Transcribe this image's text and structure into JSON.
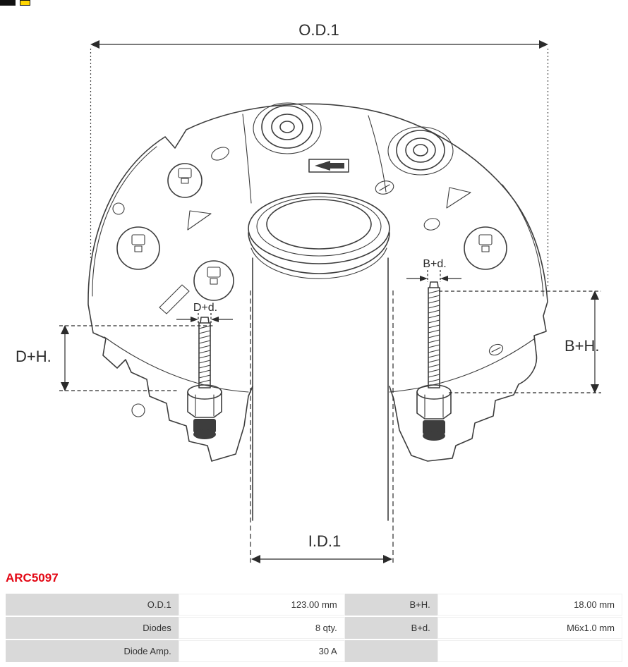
{
  "part_number": "ARC5097",
  "diagram": {
    "labels": {
      "od1": "O.D.1",
      "id1": "I.D.1",
      "dplus_h": "D+H.",
      "bplus_h": "B+H.",
      "dplus_d": "D+d.",
      "bplus_d": "B+d."
    }
  },
  "colors": {
    "part_number": "#e30613",
    "drawing_line": "#3d3d3d",
    "table_label_bg": "#d9d9d9",
    "logo_yellow": "#ffd500",
    "logo_black": "#111111"
  },
  "table": {
    "rows": [
      {
        "label1": "O.D.1",
        "value1": "123.00 mm",
        "label2": "B+H.",
        "value2": "18.00 mm"
      },
      {
        "label1": "Diodes",
        "value1": "8 qty.",
        "label2": "B+d.",
        "value2": "M6x1.0 mm"
      },
      {
        "label1": "Diode Amp.",
        "value1": "30 A",
        "label2": "",
        "value2": ""
      }
    ]
  }
}
